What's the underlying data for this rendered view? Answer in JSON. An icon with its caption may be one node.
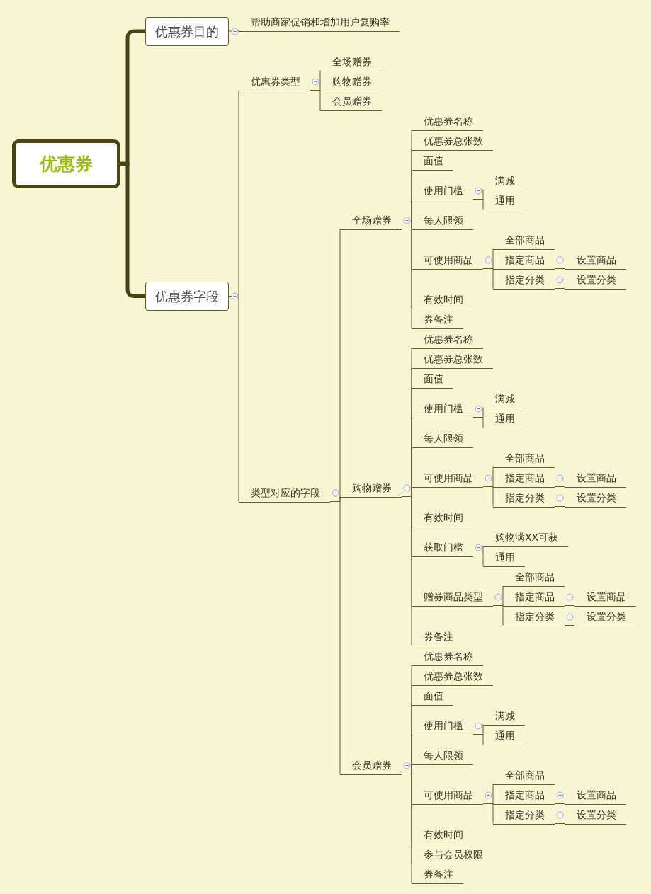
{
  "diagram": {
    "nodes": [
      {
        "text": [
          "优惠券"
        ]
      },
      {
        "text": [
          "优惠券目的"
        ]
      },
      {
        "text": [
          "帮助商家促销和增加用户复购率"
        ]
      },
      {
        "text": [
          "优惠券字段"
        ]
      },
      {
        "text": [
          "优惠券类型"
        ]
      },
      {
        "text": [
          "全场赠券"
        ]
      },
      {
        "text": [
          "购物赠券"
        ]
      },
      {
        "text": [
          "会员赠券"
        ]
      },
      {
        "text": [
          "类型对应的字段"
        ]
      },
      {
        "text": [
          "全场赠券"
        ]
      },
      {
        "text": [
          "优惠券名称"
        ]
      },
      {
        "text": [
          "优惠券总张数"
        ]
      },
      {
        "text": [
          "面值"
        ]
      },
      {
        "text": [
          "使用门槛"
        ]
      },
      {
        "text": [
          "满减"
        ]
      },
      {
        "text": [
          "通用"
        ]
      },
      {
        "text": [
          "每人限领"
        ]
      },
      {
        "text": [
          "可使用商品"
        ]
      },
      {
        "text": [
          "全部商品"
        ]
      },
      {
        "text": [
          "指定商品"
        ]
      },
      {
        "text": [
          "设置商品"
        ]
      },
      {
        "text": [
          "指定分类"
        ]
      },
      {
        "text": [
          "设置分类"
        ]
      },
      {
        "text": [
          "有效时间"
        ]
      },
      {
        "text": [
          "券备注"
        ]
      },
      {
        "text": [
          "购物赠券"
        ]
      },
      {
        "text": [
          "优惠券名称"
        ]
      },
      {
        "text": [
          "优惠券总张数"
        ]
      },
      {
        "text": [
          "面值"
        ]
      },
      {
        "text": [
          "使用门槛"
        ]
      },
      {
        "text": [
          "满减"
        ]
      },
      {
        "text": [
          "通用"
        ]
      },
      {
        "text": [
          "每人限领"
        ]
      },
      {
        "text": [
          "可使用商品"
        ]
      },
      {
        "text": [
          "全部商品"
        ]
      },
      {
        "text": [
          "指定商品"
        ]
      },
      {
        "text": [
          "设置商品"
        ]
      },
      {
        "text": [
          "指定分类"
        ]
      },
      {
        "text": [
          "设置分类"
        ]
      },
      {
        "text": [
          "有效时间"
        ]
      },
      {
        "text": [
          "获取门槛"
        ]
      },
      {
        "text": [
          "购物满XX可获"
        ]
      },
      {
        "text": [
          "通用"
        ]
      },
      {
        "text": [
          "赠券商品类型"
        ]
      },
      {
        "text": [
          "全部商品"
        ]
      },
      {
        "text": [
          "指定商品"
        ]
      },
      {
        "text": [
          "设置商品"
        ]
      },
      {
        "text": [
          "指定分类"
        ]
      },
      {
        "text": [
          "设置分类"
        ]
      },
      {
        "text": [
          "券备注"
        ]
      },
      {
        "text": [
          "会员赠券"
        ]
      },
      {
        "text": [
          "优惠券名称"
        ]
      },
      {
        "text": [
          "优惠券总张数"
        ]
      },
      {
        "text": [
          "面值"
        ]
      },
      {
        "text": [
          "使用门槛"
        ]
      },
      {
        "text": [
          "满减"
        ]
      },
      {
        "text": [
          "通用"
        ]
      },
      {
        "text": [
          "每人限领"
        ]
      },
      {
        "text": [
          "可使用商品"
        ]
      },
      {
        "text": [
          "全部商品"
        ]
      },
      {
        "text": [
          "指定商品"
        ]
      },
      {
        "text": [
          "设置商品"
        ]
      },
      {
        "text": [
          "指定分类"
        ]
      },
      {
        "text": [
          "设置分类"
        ]
      },
      {
        "text": [
          "有效时间"
        ]
      },
      {
        "text": [
          "参与会员权限"
        ]
      },
      {
        "text": [
          "券备注"
        ]
      }
    ],
    "edges": [
      {
        "from": 0,
        "to": 1,
        "arrow": "none",
        "style": "thick",
        "color": "#4a4510"
      },
      {
        "from": 0,
        "to": 3,
        "arrow": "none",
        "style": "thick",
        "color": "#4a4510"
      },
      {
        "from": 1,
        "to": 2,
        "arrow": "none"
      },
      {
        "from": 3,
        "to": 4,
        "arrow": "none"
      },
      {
        "from": 4,
        "to": 5,
        "arrow": "none"
      },
      {
        "from": 4,
        "to": 6,
        "arrow": "none"
      },
      {
        "from": 4,
        "to": 7,
        "arrow": "none"
      },
      {
        "from": 3,
        "to": 8,
        "arrow": "none"
      },
      {
        "from": 8,
        "to": 9,
        "arrow": "none"
      },
      {
        "from": 8,
        "to": 25,
        "arrow": "none"
      },
      {
        "from": 8,
        "to": 50,
        "arrow": "none"
      },
      {
        "from": 9,
        "to": 10,
        "arrow": "none"
      },
      {
        "from": 9,
        "to": 11,
        "arrow": "none"
      },
      {
        "from": 9,
        "to": 12,
        "arrow": "none"
      },
      {
        "from": 9,
        "to": 13,
        "arrow": "none"
      },
      {
        "from": 9,
        "to": 16,
        "arrow": "none"
      },
      {
        "from": 9,
        "to": 17,
        "arrow": "none"
      },
      {
        "from": 9,
        "to": 23,
        "arrow": "none"
      },
      {
        "from": 9,
        "to": 24,
        "arrow": "none"
      },
      {
        "from": 13,
        "to": 14,
        "arrow": "none"
      },
      {
        "from": 13,
        "to": 15,
        "arrow": "none"
      },
      {
        "from": 17,
        "to": 18,
        "arrow": "none"
      },
      {
        "from": 17,
        "to": 19,
        "arrow": "none"
      },
      {
        "from": 17,
        "to": 21,
        "arrow": "none"
      },
      {
        "from": 19,
        "to": 20,
        "arrow": "none"
      },
      {
        "from": 21,
        "to": 22,
        "arrow": "none"
      },
      {
        "from": 25,
        "to": 26,
        "arrow": "none"
      },
      {
        "from": 25,
        "to": 27,
        "arrow": "none"
      },
      {
        "from": 25,
        "to": 28,
        "arrow": "none"
      },
      {
        "from": 25,
        "to": 29,
        "arrow": "none"
      },
      {
        "from": 25,
        "to": 32,
        "arrow": "none"
      },
      {
        "from": 25,
        "to": 33,
        "arrow": "none"
      },
      {
        "from": 25,
        "to": 39,
        "arrow": "none"
      },
      {
        "from": 25,
        "to": 40,
        "arrow": "none"
      },
      {
        "from": 25,
        "to": 43,
        "arrow": "none"
      },
      {
        "from": 25,
        "to": 49,
        "arrow": "none"
      },
      {
        "from": 29,
        "to": 30,
        "arrow": "none"
      },
      {
        "from": 29,
        "to": 31,
        "arrow": "none"
      },
      {
        "from": 33,
        "to": 34,
        "arrow": "none"
      },
      {
        "from": 33,
        "to": 35,
        "arrow": "none"
      },
      {
        "from": 33,
        "to": 37,
        "arrow": "none"
      },
      {
        "from": 35,
        "to": 36,
        "arrow": "none"
      },
      {
        "from": 37,
        "to": 38,
        "arrow": "none"
      },
      {
        "from": 40,
        "to": 41,
        "arrow": "none"
      },
      {
        "from": 40,
        "to": 42,
        "arrow": "none"
      },
      {
        "from": 43,
        "to": 44,
        "arrow": "none"
      },
      {
        "from": 43,
        "to": 45,
        "arrow": "none"
      },
      {
        "from": 43,
        "to": 47,
        "arrow": "none"
      },
      {
        "from": 45,
        "to": 46,
        "arrow": "none"
      },
      {
        "from": 47,
        "to": 48,
        "arrow": "none"
      },
      {
        "from": 50,
        "to": 51,
        "arrow": "none"
      },
      {
        "from": 50,
        "to": 52,
        "arrow": "none"
      },
      {
        "from": 50,
        "to": 53,
        "arrow": "none"
      },
      {
        "from": 50,
        "to": 54,
        "arrow": "none"
      },
      {
        "from": 50,
        "to": 57,
        "arrow": "none"
      },
      {
        "from": 50,
        "to": 58,
        "arrow": "none"
      },
      {
        "from": 50,
        "to": 64,
        "arrow": "none"
      },
      {
        "from": 50,
        "to": 65,
        "arrow": "none"
      },
      {
        "from": 50,
        "to": 66,
        "arrow": "none"
      },
      {
        "from": 54,
        "to": 55,
        "arrow": "none"
      },
      {
        "from": 54,
        "to": 56,
        "arrow": "none"
      },
      {
        "from": 58,
        "to": 59,
        "arrow": "none"
      },
      {
        "from": 58,
        "to": 60,
        "arrow": "none"
      },
      {
        "from": 58,
        "to": 62,
        "arrow": "none"
      },
      {
        "from": 60,
        "to": 61,
        "arrow": "none"
      },
      {
        "from": 62,
        "to": 63,
        "arrow": "none"
      }
    ]
  }
}
